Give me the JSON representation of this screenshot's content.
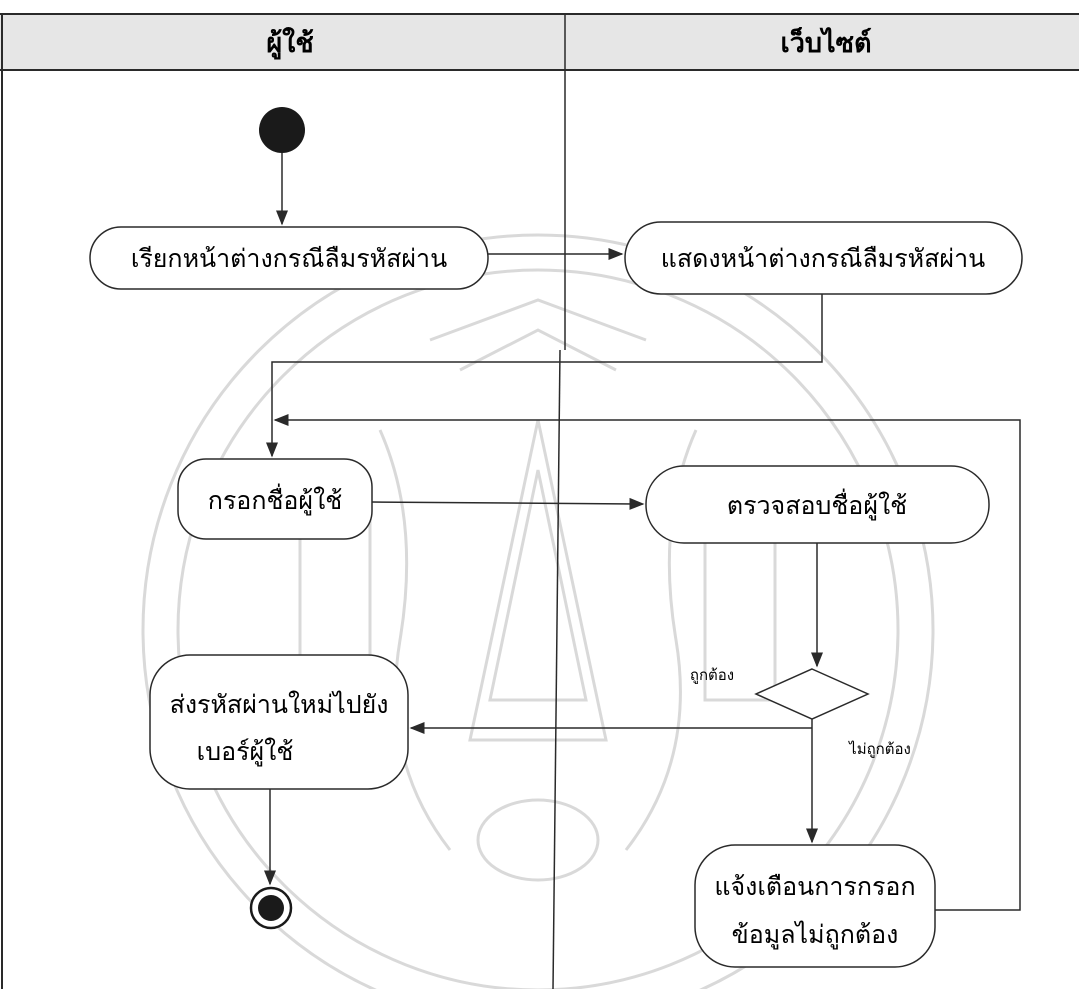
{
  "swimlanes": {
    "user": {
      "title": "ผู้ใช้"
    },
    "website": {
      "title": "เว็บไซต์"
    }
  },
  "nodes": {
    "request_forgot_page": "เรียกหน้าต่างกรณีลืมรหัสผ่าน",
    "show_forgot_page": "แสดงหน้าต่างกรณีลืมรหัสผ่าน",
    "enter_username": "กรอกชื่อผู้ใช้",
    "check_username": "ตรวจสอบชื่อผู้ใช้",
    "send_new_password_line1": "ส่งรหัสผ่านใหม่ไปยัง",
    "send_new_password_line2": "เบอร์ผู้ใช้",
    "warn_invalid_line1": "แจ้งเตือนการกรอก",
    "warn_invalid_line2": "ข้อมูลไม่ถูกต้อง"
  },
  "guards": {
    "correct": "ถูกต้อง",
    "incorrect": "ไม่ถูกต้อง"
  },
  "colors": {
    "header_fill": "#e6e6e6",
    "line": "#2a2a2a",
    "watermark": "#d9d9d9"
  }
}
